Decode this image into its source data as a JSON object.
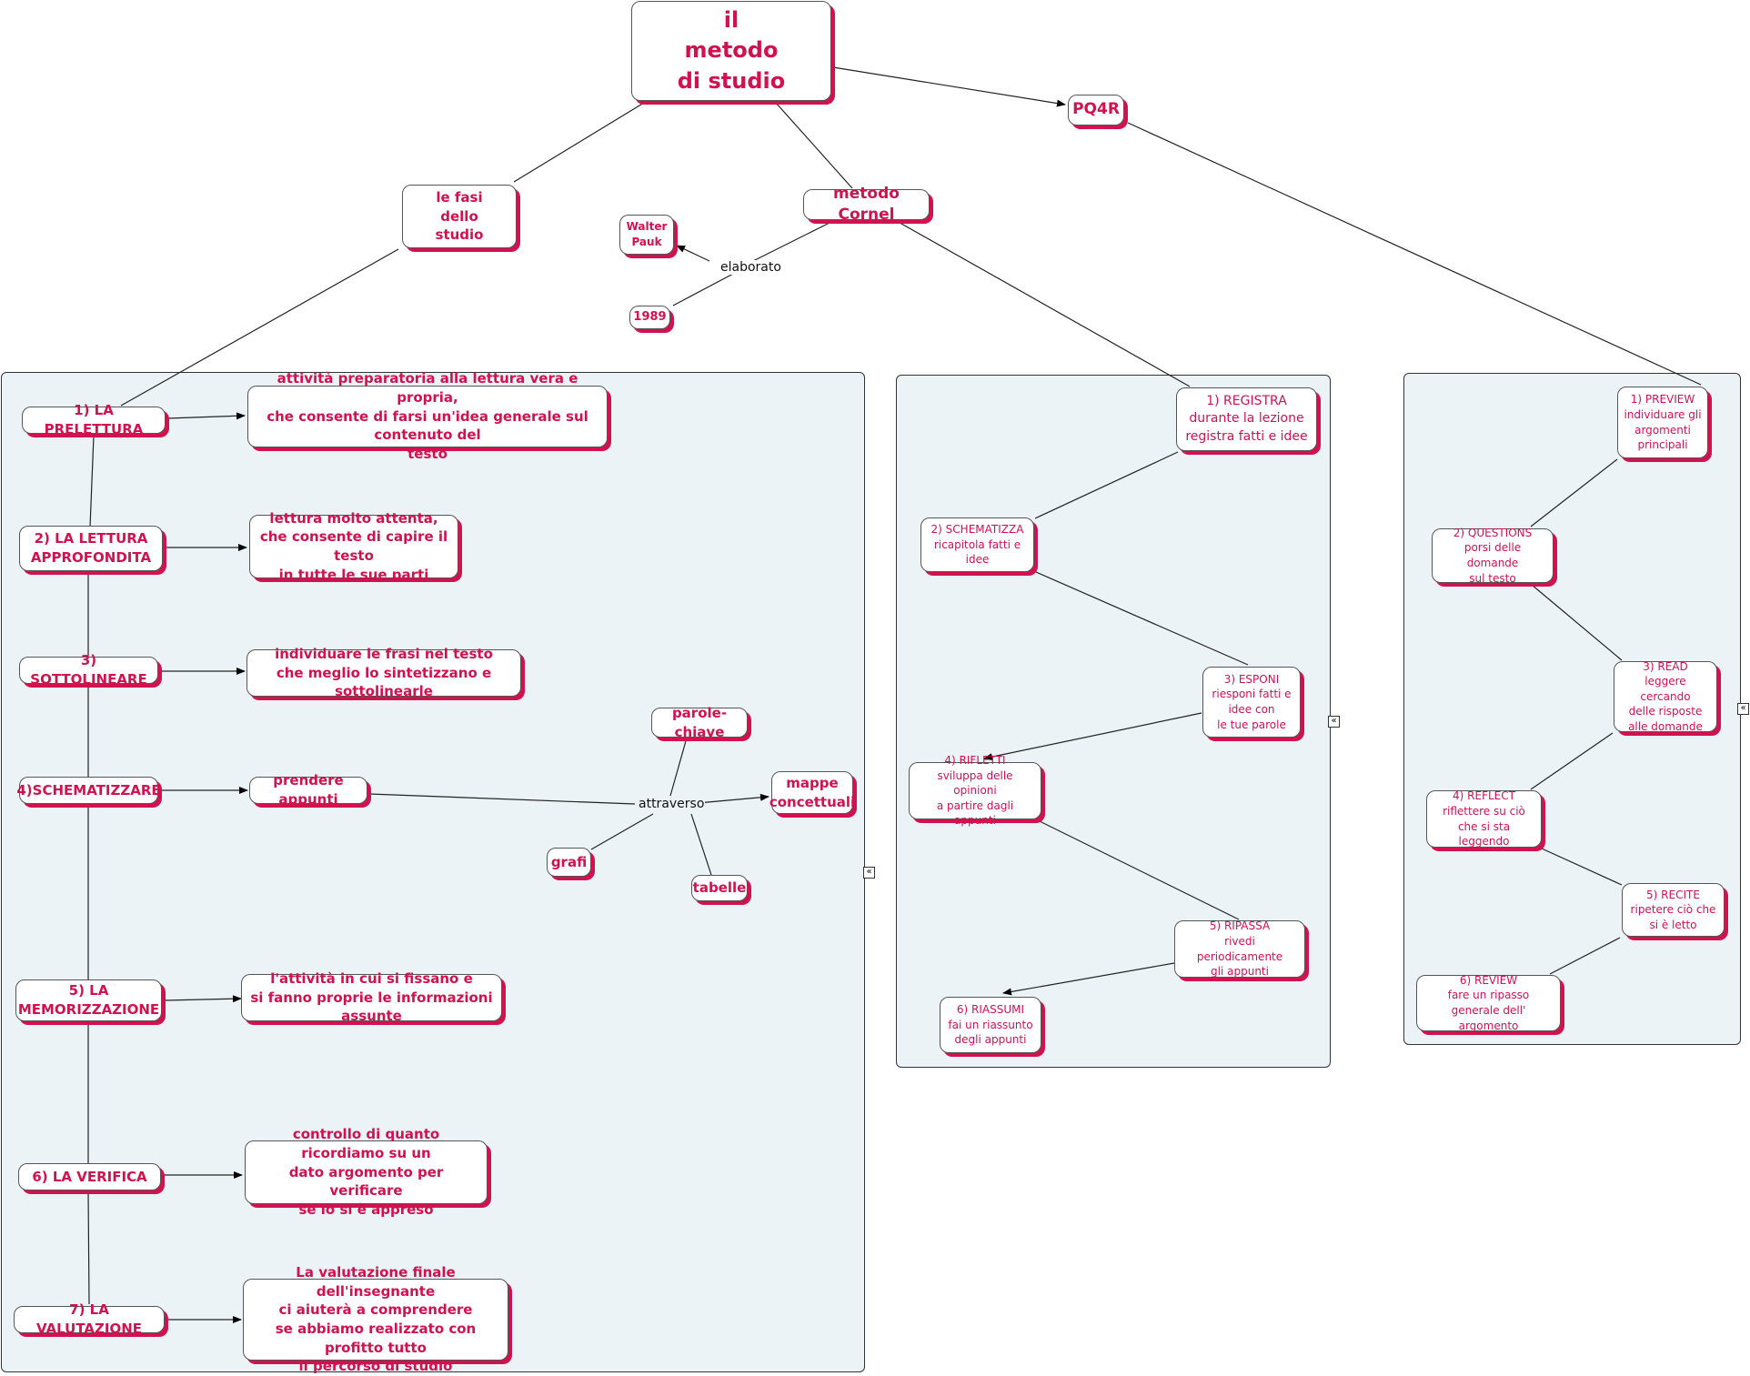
{
  "root": {
    "title": "il\nmetodo\ndi studio"
  },
  "branches": {
    "fasi": "le fasi\ndello\nstudio",
    "cornel": "metodo Cornel",
    "pq4r": "PQ4R",
    "walter": "Walter\nPauk",
    "year": "1989",
    "elaborato": "elaborato"
  },
  "fasi": {
    "steps": [
      {
        "label": "1) LA PRELETTURA",
        "desc": "attività preparatoria alla lettura vera e propria,\nche consente di farsi un'idea generale sul contenuto del\ntesto"
      },
      {
        "label": "2)  LA LETTURA\nAPPROFONDITA",
        "desc": "lettura molto attenta,\nche consente di capire il testo\nin tutte le sue parti"
      },
      {
        "label": "3) SOTTOLINEARE",
        "desc": "individuare le frasi nel testo\nche meglio lo sintetizzano e sottolinearle"
      },
      {
        "label": "4)SCHEMATIZZARE",
        "desc": "prendere appunti"
      },
      {
        "label": "5) LA\nMEMORIZZAZIONE",
        "desc": "l'attività in cui si fissano e\nsi fanno proprie le informazioni assunte"
      },
      {
        "label": "6) LA VERIFICA",
        "desc": "controllo di quanto ricordiamo su un\ndato argomento per verificare\nse lo si è appreso"
      },
      {
        "label": "7) LA VALUTAZIONE",
        "desc": "La valutazione finale dell'insegnante\nci aiuterà a comprendere\nse abbiamo realizzato con profitto tutto\nil percorso di studio"
      }
    ],
    "attraverso": "attraverso",
    "tools": [
      "parole-chiave",
      "mappe\nconcettuali",
      "grafi",
      "tabelle"
    ]
  },
  "cornel": {
    "steps": [
      "1) REGISTRA\ndurante la lezione\nregistra fatti e idee",
      "2) SCHEMATIZZA\nricapitola fatti e\nidee",
      "3) ESPONI\nriesponi fatti e\nidee con\nle tue parole",
      "4) RIFLETTI\nsviluppa delle opinioni\na partire dagli appunti",
      "5) RIPASSA\nrivedi periodicamente\ngli appunti",
      "6) RIASSUMI\nfai un riassunto\ndegli appunti"
    ]
  },
  "pq4r": {
    "steps": [
      "1)  PREVIEW\nindividuare gli\nargomenti\nprincipali",
      "2) QUESTIONS\nporsi delle domande\nsul testo",
      "3) READ\nleggere cercando\ndelle risposte\nalle domande",
      "4) REFLECT\nriflettere su ciò\nche si sta leggendo",
      "5) RECITE\nripetere ciò che\nsi è letto",
      "6) REVIEW\nfare un ripasso\ngenerale dell' argomento"
    ]
  },
  "collapse_symbol": "«",
  "colors": {
    "accent": "#d1124f",
    "panel": "#ecf3f6",
    "line": "#222222"
  }
}
